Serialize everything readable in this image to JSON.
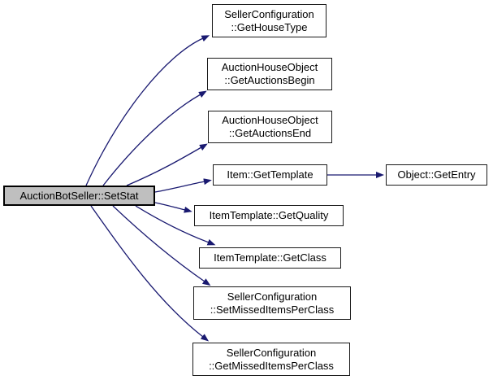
{
  "diagram": {
    "type": "call-graph",
    "background": "#ffffff",
    "edge_color": "#191970",
    "node_fill": "#ffffff",
    "node_border_color": "#1a1a1a",
    "root_node_fill": "#bfbfbf",
    "text_color": "#000000"
  },
  "nodes": {
    "root": {
      "label": "AuctionBotSeller::SetStat"
    },
    "get_house_type": {
      "label": "SellerConfiguration\n::GetHouseType"
    },
    "get_auctions_begin": {
      "label": "AuctionHouseObject\n::GetAuctionsBegin"
    },
    "get_auctions_end": {
      "label": "AuctionHouseObject\n::GetAuctionsEnd"
    },
    "get_template": {
      "label": "Item::GetTemplate"
    },
    "get_entry": {
      "label": "Object::GetEntry"
    },
    "get_quality": {
      "label": "ItemTemplate::GetQuality"
    },
    "get_class": {
      "label": "ItemTemplate::GetClass"
    },
    "set_missed_items_per_class": {
      "label": "SellerConfiguration\n::SetMissedItemsPerClass"
    },
    "get_missed_items_per_class": {
      "label": "SellerConfiguration\n::GetMissedItemsPerClass"
    }
  },
  "edges": [
    {
      "from": "AuctionBotSeller::SetStat",
      "to": "SellerConfiguration::GetHouseType"
    },
    {
      "from": "AuctionBotSeller::SetStat",
      "to": "AuctionHouseObject::GetAuctionsBegin"
    },
    {
      "from": "AuctionBotSeller::SetStat",
      "to": "AuctionHouseObject::GetAuctionsEnd"
    },
    {
      "from": "AuctionBotSeller::SetStat",
      "to": "Item::GetTemplate"
    },
    {
      "from": "AuctionBotSeller::SetStat",
      "to": "ItemTemplate::GetQuality"
    },
    {
      "from": "AuctionBotSeller::SetStat",
      "to": "ItemTemplate::GetClass"
    },
    {
      "from": "AuctionBotSeller::SetStat",
      "to": "SellerConfiguration::SetMissedItemsPerClass"
    },
    {
      "from": "AuctionBotSeller::SetStat",
      "to": "SellerConfiguration::GetMissedItemsPerClass"
    },
    {
      "from": "Item::GetTemplate",
      "to": "Object::GetEntry"
    }
  ]
}
